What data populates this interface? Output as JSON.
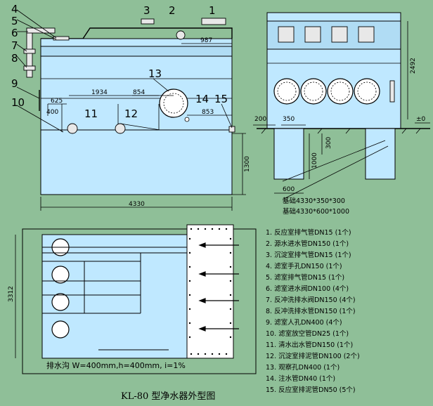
{
  "title": "KL-80 型净水器外型图",
  "callouts": [
    "1",
    "2",
    "3",
    "4",
    "5",
    "6",
    "7",
    "8",
    "9",
    "10",
    "11",
    "12",
    "13",
    "14",
    "15"
  ],
  "dimensions": {
    "d987": "987",
    "d1934": "1934",
    "d854": "854",
    "d853": "853",
    "d625": "625",
    "d400": "400",
    "d4330": "4330",
    "d1300": "1300",
    "d2492": "2492",
    "d200": "200",
    "d350": "350",
    "d300": "300",
    "d1000": "1000",
    "d600": "600",
    "d3312": "3312",
    "elev": "±0"
  },
  "foundation": [
    "基础4330*350*300",
    "基础4330*600*1000"
  ],
  "drain_label": "排水沟 W=400mm,h=400mm, i=1%",
  "legend": [
    "1. 反应室排气管DN15 (1个)",
    "2. 源水进水管DN150 (1个)",
    "3. 沉淀室排气管DN15 (1个)",
    "4. 滤室手孔DN150 (1个)",
    "5. 滤室排气管DN15 (1个)",
    "6. 滤室进水阀DN100 (4个)",
    "7. 反冲洗排水阀DN150 (4个)",
    "8. 反冲洗排水管DN150 (1个)",
    "9. 滤室人孔DN400 (4个)",
    "10. 滤室放空管DN25 (1个)",
    "11. 清水出水管DN150 (1个)",
    "12. 沉淀室排泥管DN100 (2个)",
    "13. 观察孔DN400 (1个)",
    "14. 注水管DN40 (1个)",
    "15. 反应室排泥管DN50 (5个)"
  ],
  "colors": {
    "background": "#8fbf98",
    "vessel": "#bfe8ff",
    "line": "#000000"
  }
}
